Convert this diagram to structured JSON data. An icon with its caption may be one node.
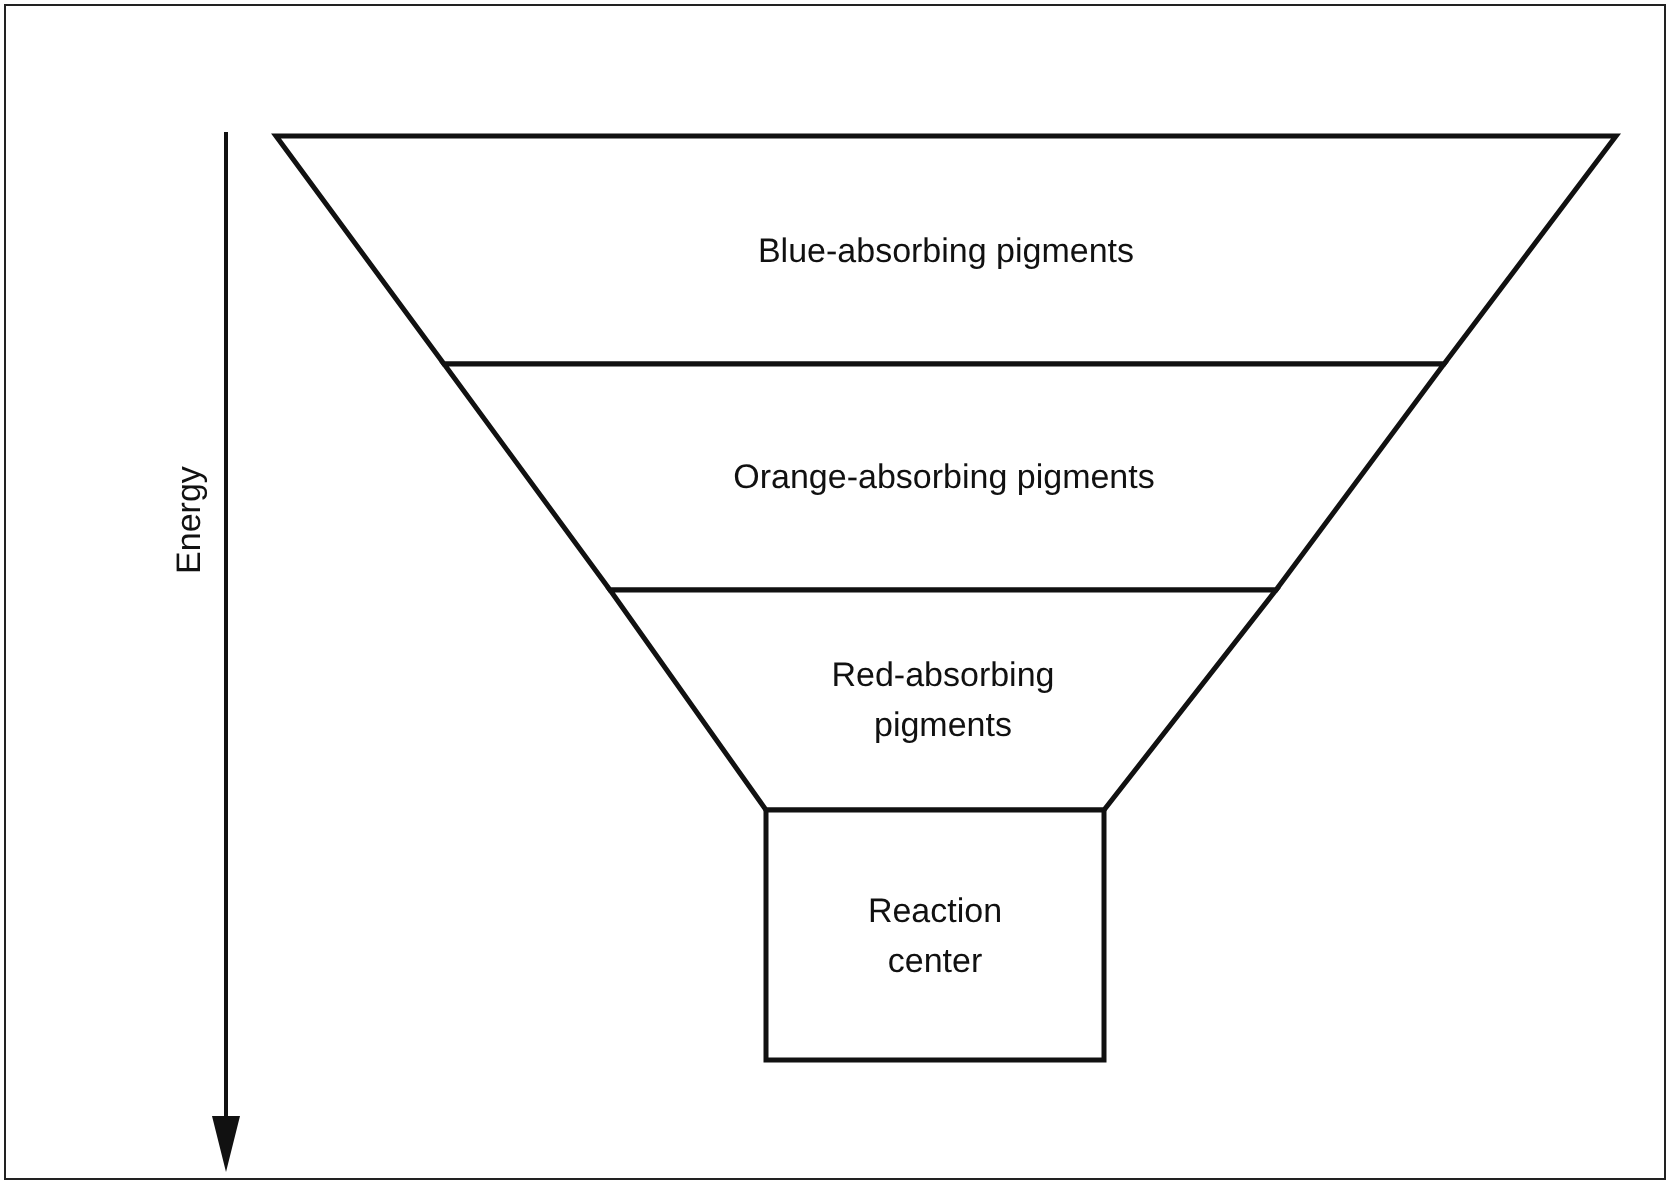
{
  "diagram": {
    "nodes": [
      {
        "text": [
          "Blue-absorbing pigments"
        ]
      },
      {
        "text": [
          "Orange-absorbing pigments"
        ]
      },
      {
        "text": [
          "Red-absorbing pigments"
        ]
      },
      {
        "text": [
          "Reaction center"
        ]
      }
    ],
    "edges": [],
    "labels": [
      "Energy"
    ]
  }
}
